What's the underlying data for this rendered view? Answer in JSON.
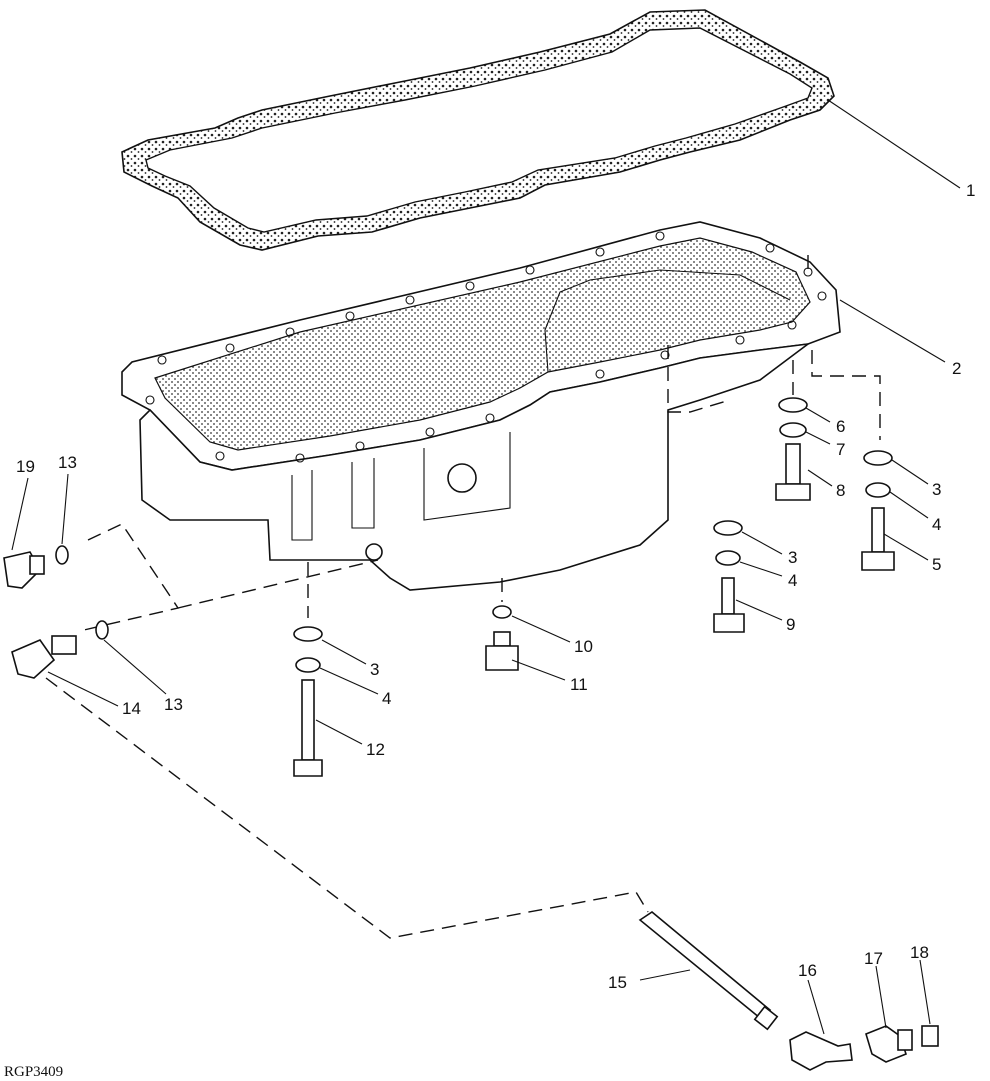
{
  "callouts": [
    "1",
    "2",
    "3",
    "4",
    "5",
    "6",
    "7",
    "8",
    "3",
    "4",
    "9",
    "10",
    "11",
    "3",
    "4",
    "12",
    "13",
    "13",
    "14",
    "15",
    "16",
    "17",
    "18",
    "19"
  ],
  "reference": "RGP3409"
}
